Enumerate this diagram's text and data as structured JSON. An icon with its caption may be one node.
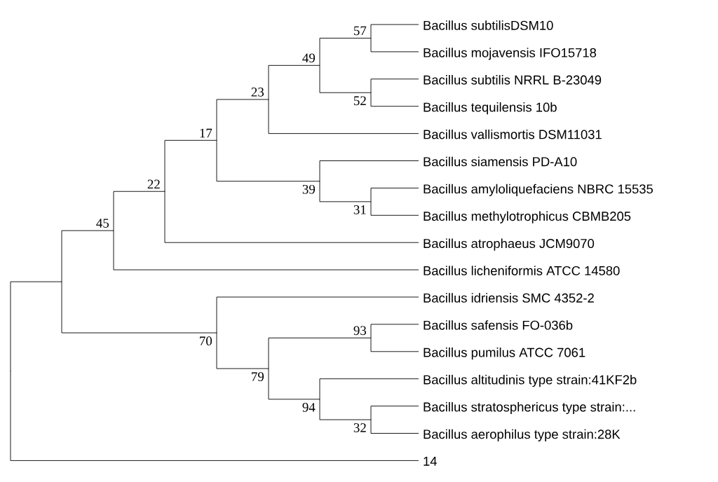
{
  "diagram": {
    "nodes": [
      {
        "text": [
          "Bacillus subtilisDSM10"
        ]
      },
      {
        "text": [
          "Bacillus mojavensis IFO15718"
        ]
      },
      {
        "text": [
          "Bacillus subtilis NRRL B-23049"
        ]
      },
      {
        "text": [
          "Bacillus tequilensis 10b"
        ]
      },
      {
        "text": [
          "Bacillus vallismortis DSM11031"
        ]
      },
      {
        "text": [
          "Bacillus siamensis PD-A10"
        ]
      },
      {
        "text": [
          "Bacillus amyloliquefaciens NBRC 15535"
        ]
      },
      {
        "text": [
          "Bacillus methylotrophicus CBMB205"
        ]
      },
      {
        "text": [
          "Bacillus atrophaeus JCM9070"
        ]
      },
      {
        "text": [
          "Bacillus licheniformis ATCC 14580"
        ]
      },
      {
        "text": [
          "Bacillus idriensis SMC 4352-2"
        ]
      },
      {
        "text": [
          "Bacillus safensis FO-036b"
        ]
      },
      {
        "text": [
          "Bacillus pumilus ATCC 7061"
        ]
      },
      {
        "text": [
          "Bacillus altitudinis type strain:41KF2b"
        ]
      },
      {
        "text": [
          "Bacillus stratosphericus type strain:..."
        ]
      },
      {
        "text": [
          "Bacillus aerophilus type strain:28K"
        ]
      },
      {
        "text": [
          "14"
        ]
      },
      {
        "text": [],
        "shape": "point"
      },
      {
        "text": [],
        "shape": "point"
      },
      {
        "text": [],
        "shape": "point",
        "beside": [
          "45"
        ]
      },
      {
        "text": [],
        "shape": "point",
        "beside": [
          "22"
        ]
      },
      {
        "text": [],
        "shape": "point",
        "beside": [
          "17"
        ]
      },
      {
        "text": [],
        "shape": "point",
        "beside": [
          "23"
        ]
      },
      {
        "text": [],
        "shape": "point",
        "beside": [
          "49"
        ]
      },
      {
        "text": [],
        "shape": "point",
        "beside": [
          "57"
        ]
      },
      {
        "text": [],
        "shape": "point",
        "beside": [
          "52"
        ]
      },
      {
        "text": [],
        "shape": "point",
        "beside": [
          "39"
        ]
      },
      {
        "text": [],
        "shape": "point",
        "beside": [
          "31"
        ]
      },
      {
        "text": [],
        "shape": "point",
        "beside": [
          "70"
        ]
      },
      {
        "text": [],
        "shape": "point",
        "beside": [
          "79"
        ]
      },
      {
        "text": [],
        "shape": "point",
        "beside": [
          "93"
        ]
      },
      {
        "text": [],
        "shape": "point",
        "beside": [
          "94"
        ]
      },
      {
        "text": [],
        "shape": "point",
        "beside": [
          "32"
        ]
      }
    ],
    "edges": [
      {
        "from": 17,
        "to": 18,
        "arrow": "none"
      },
      {
        "from": 17,
        "to": 16,
        "arrow": "none"
      },
      {
        "from": 18,
        "to": 19,
        "arrow": "none"
      },
      {
        "from": 18,
        "to": 28,
        "arrow": "none"
      },
      {
        "from": 19,
        "to": 20,
        "arrow": "none"
      },
      {
        "from": 19,
        "to": 9,
        "arrow": "none"
      },
      {
        "from": 20,
        "to": 21,
        "arrow": "none"
      },
      {
        "from": 20,
        "to": 8,
        "arrow": "none"
      },
      {
        "from": 21,
        "to": 22,
        "arrow": "none"
      },
      {
        "from": 21,
        "to": 26,
        "arrow": "none"
      },
      {
        "from": 22,
        "to": 23,
        "arrow": "none"
      },
      {
        "from": 22,
        "to": 4,
        "arrow": "none"
      },
      {
        "from": 23,
        "to": 24,
        "arrow": "none"
      },
      {
        "from": 23,
        "to": 25,
        "arrow": "none"
      },
      {
        "from": 24,
        "to": 0,
        "arrow": "none"
      },
      {
        "from": 24,
        "to": 1,
        "arrow": "none"
      },
      {
        "from": 25,
        "to": 2,
        "arrow": "none"
      },
      {
        "from": 25,
        "to": 3,
        "arrow": "none"
      },
      {
        "from": 26,
        "to": 5,
        "arrow": "none"
      },
      {
        "from": 26,
        "to": 27,
        "arrow": "none"
      },
      {
        "from": 27,
        "to": 6,
        "arrow": "none"
      },
      {
        "from": 27,
        "to": 7,
        "arrow": "none"
      },
      {
        "from": 28,
        "to": 10,
        "arrow": "none"
      },
      {
        "from": 28,
        "to": 29,
        "arrow": "none"
      },
      {
        "from": 29,
        "to": 30,
        "arrow": "none"
      },
      {
        "from": 29,
        "to": 31,
        "arrow": "none"
      },
      {
        "from": 30,
        "to": 11,
        "arrow": "none"
      },
      {
        "from": 30,
        "to": 12,
        "arrow": "none"
      },
      {
        "from": 31,
        "to": 13,
        "arrow": "none"
      },
      {
        "from": 31,
        "to": 32,
        "arrow": "none"
      },
      {
        "from": 32,
        "to": 14,
        "arrow": "none"
      },
      {
        "from": 32,
        "to": 15,
        "arrow": "none"
      }
    ]
  }
}
